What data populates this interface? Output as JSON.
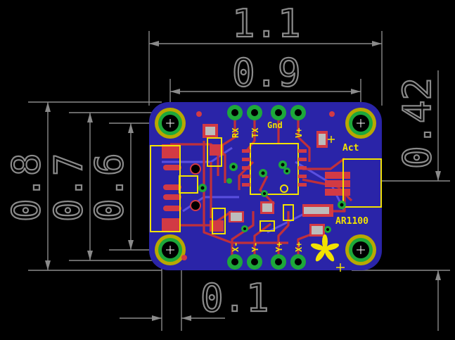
{
  "dimensions": {
    "width_outer": "1.1",
    "width_holes": "0.9",
    "hole_offset": "0.1",
    "height_outer": "0.8",
    "height_holes": "0.7",
    "height_inner": "0.6",
    "side_height": "0.42"
  },
  "silkscreen": {
    "gnd": "Gnd",
    "rx": "RX",
    "tx": "TX",
    "vplus": "V+",
    "x_minus": "X-",
    "y_minus": "Y-",
    "y_plus": "Y+",
    "x_plus": "X+",
    "act": "Act",
    "part": "AR1100"
  },
  "colors": {
    "board": "#2a24a8",
    "copper": "#d23a44",
    "pad": "#1da83a",
    "silkscreen": "#f2e200",
    "dimension": "#8a8a8a"
  }
}
